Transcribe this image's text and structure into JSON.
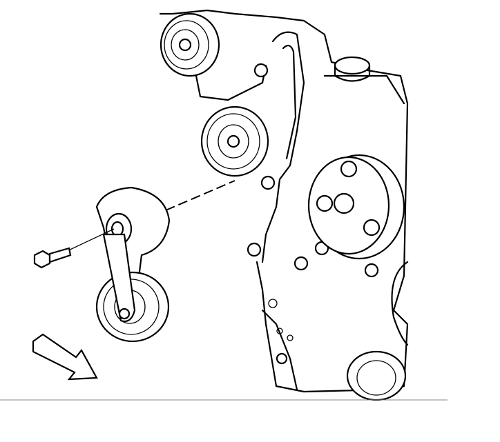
{
  "diagram": {
    "colors": {
      "line": "#000000",
      "background": "#ffffff",
      "divider": "#888888"
    },
    "components": [
      "engine-block",
      "idler-pulley",
      "power-steering-pulley",
      "belt-tensioner",
      "tensioner-bolt",
      "direction-arrow"
    ]
  }
}
